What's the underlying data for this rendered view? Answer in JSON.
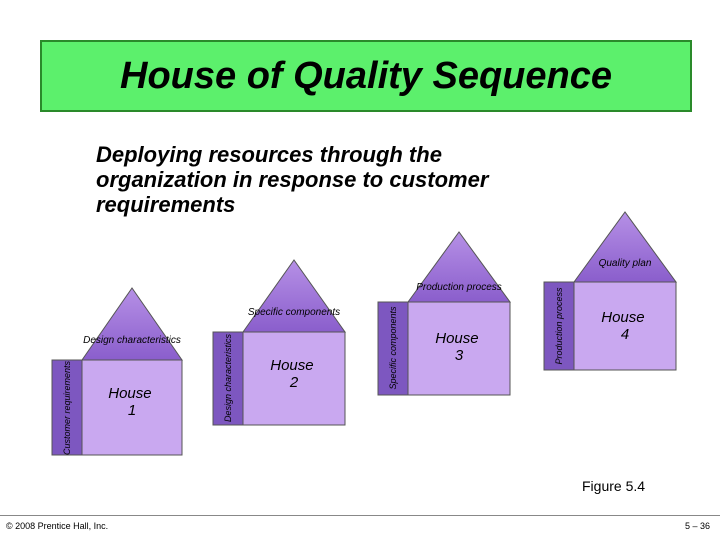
{
  "title": "House of Quality Sequence",
  "subtitle": "Deploying resources through the organization in response to customer requirements",
  "houses": [
    {
      "number_label": "House",
      "number": "1",
      "roof_label": "Design characteristics",
      "wall_label": "Customer requirements"
    },
    {
      "number_label": "House",
      "number": "2",
      "roof_label": "Specific components",
      "wall_label": "Design characteristics"
    },
    {
      "number_label": "House",
      "number": "3",
      "roof_label": "Production process",
      "wall_label": "Specific components"
    },
    {
      "number_label": "House",
      "number": "4",
      "roof_label": "Quality plan",
      "wall_label": "Production process"
    }
  ],
  "figure_label": "Figure 5.4",
  "copyright": "© 2008 Prentice Hall, Inc.",
  "page_number": "5 – 36",
  "colors": {
    "title_bg": "#5cf06c",
    "house_body": "#c9a8f0",
    "house_roof": "#9b6fd8",
    "house_wall": "#6a45a8"
  }
}
